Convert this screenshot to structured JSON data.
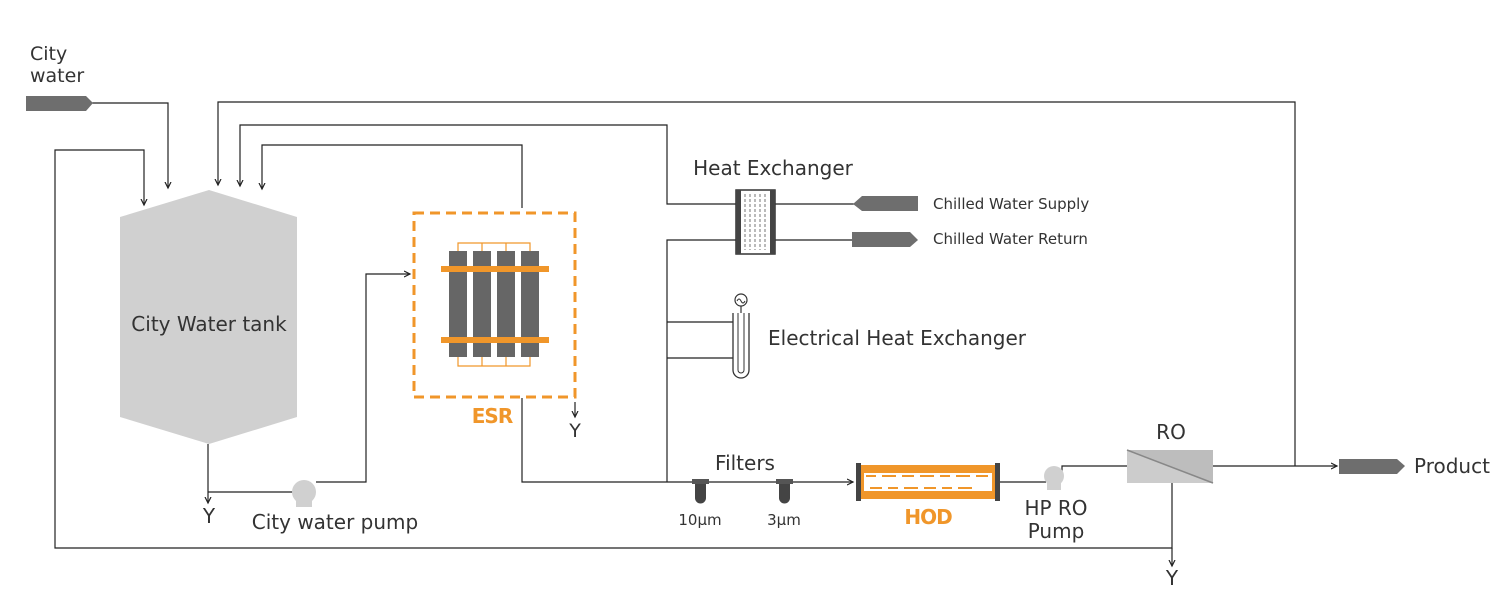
{
  "colors": {
    "pipe": "#222222",
    "equipment": "#d0d0d0",
    "arrow_fill": "#6e6e6e",
    "accent": "#f0962a",
    "text": "#333333"
  },
  "labels": {
    "city_water_line1": "City",
    "city_water_line2": "water",
    "city_water_tank": "City Water tank",
    "city_water_pump": "City water pump",
    "drain_tank": "Y",
    "esr": "ESR",
    "drain_esr": "Y",
    "heat_exchanger": "Heat Exchanger",
    "chilled_water_supply": "Chilled Water Supply",
    "chilled_water_return": "Chilled Water Return",
    "electrical_heat_exchanger": "Electrical Heat Exchanger",
    "filters": "Filters",
    "filter_1": "10µm",
    "filter_2": "3µm",
    "hod": "HOD",
    "hp_ro_pump_line1": "HP RO",
    "hp_ro_pump_line2": "Pump",
    "ro": "RO",
    "drain_ro": "Y",
    "product": "Product"
  }
}
